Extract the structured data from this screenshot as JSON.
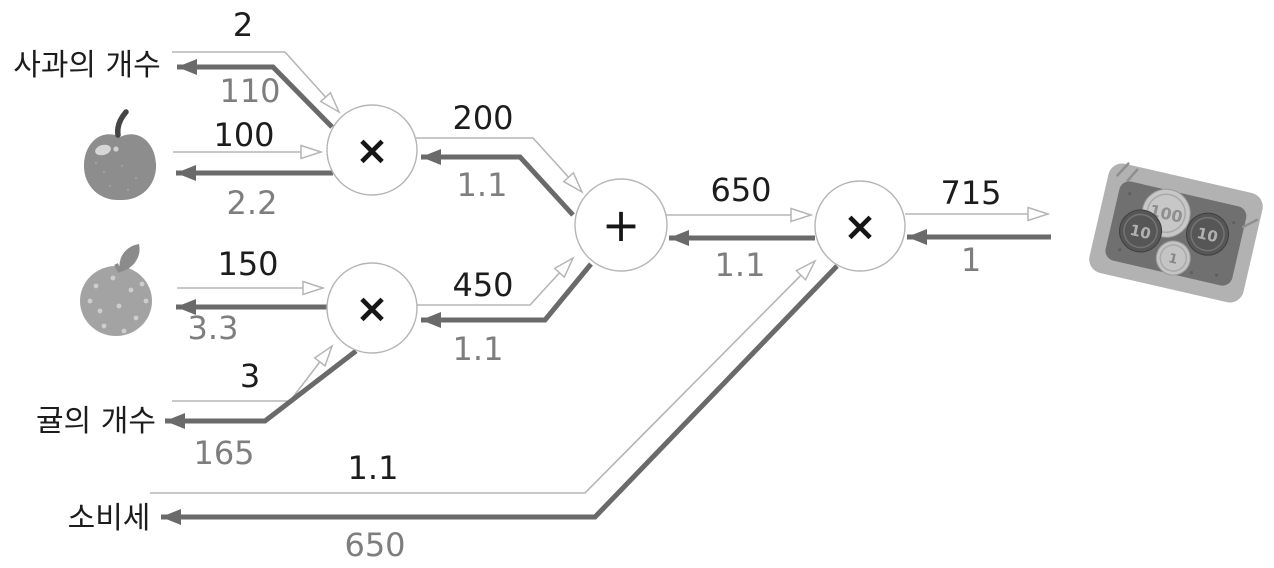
{
  "diagram_type": "computational-graph",
  "labels": {
    "apple_count": "사과의 개수",
    "orange_count": "귤의 개수",
    "tax": "소비세"
  },
  "nodes": {
    "apple_mul": "×",
    "orange_mul": "×",
    "add": "+",
    "tax_mul": "×"
  },
  "values": {
    "apple_count": {
      "forward": "2",
      "backward": "110"
    },
    "apple_price": {
      "forward": "100",
      "backward": "2.2"
    },
    "apple_subtotal": {
      "forward": "200",
      "backward": "1.1"
    },
    "orange_price": {
      "forward": "150",
      "backward": "3.3"
    },
    "orange_count": {
      "forward": "3",
      "backward": "165"
    },
    "orange_subtotal": {
      "forward": "450",
      "backward": "1.1"
    },
    "subtotal": {
      "forward": "650",
      "backward": "1.1"
    },
    "tax": {
      "forward": "1.1",
      "backward": "650"
    },
    "total": {
      "forward": "715",
      "backward": "1"
    }
  },
  "icons": {
    "apple": "apple-image",
    "orange": "orange-image",
    "money_tray": "money-tray-image"
  },
  "money_tray": {
    "coins": [
      "100",
      "10",
      "10",
      "1"
    ]
  },
  "colors": {
    "forward_line": "#b5b5b5",
    "backward_line": "#6a6a6a",
    "forward_text": "#1c1c1c",
    "backward_text": "#7e7e7e",
    "node_stroke": "#b5b5b5",
    "background": "#ffffff"
  }
}
